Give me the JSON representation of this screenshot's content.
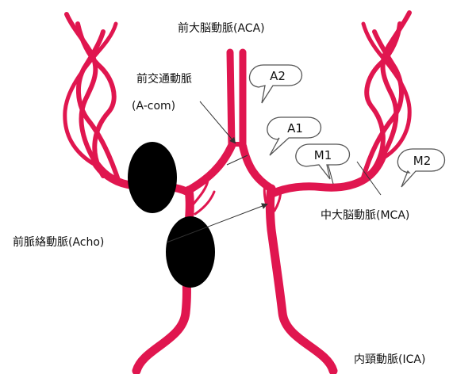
{
  "labels": {
    "aca": "前大脳動脈(ACA)",
    "acom_line1": "前交通動脈",
    "acom_line2": "(A-com)",
    "acho": "前脈絡動脈(Acho)",
    "mca": "中大脳動脈(MCA)",
    "ica": "内頸動脈(ICA)"
  },
  "bubbles": {
    "a2": "A2",
    "a1": "A1",
    "m1": "M1",
    "m2": "M2"
  },
  "colors": {
    "vessel": "#e0164f",
    "redaction": "#000000",
    "text": "#111111"
  }
}
